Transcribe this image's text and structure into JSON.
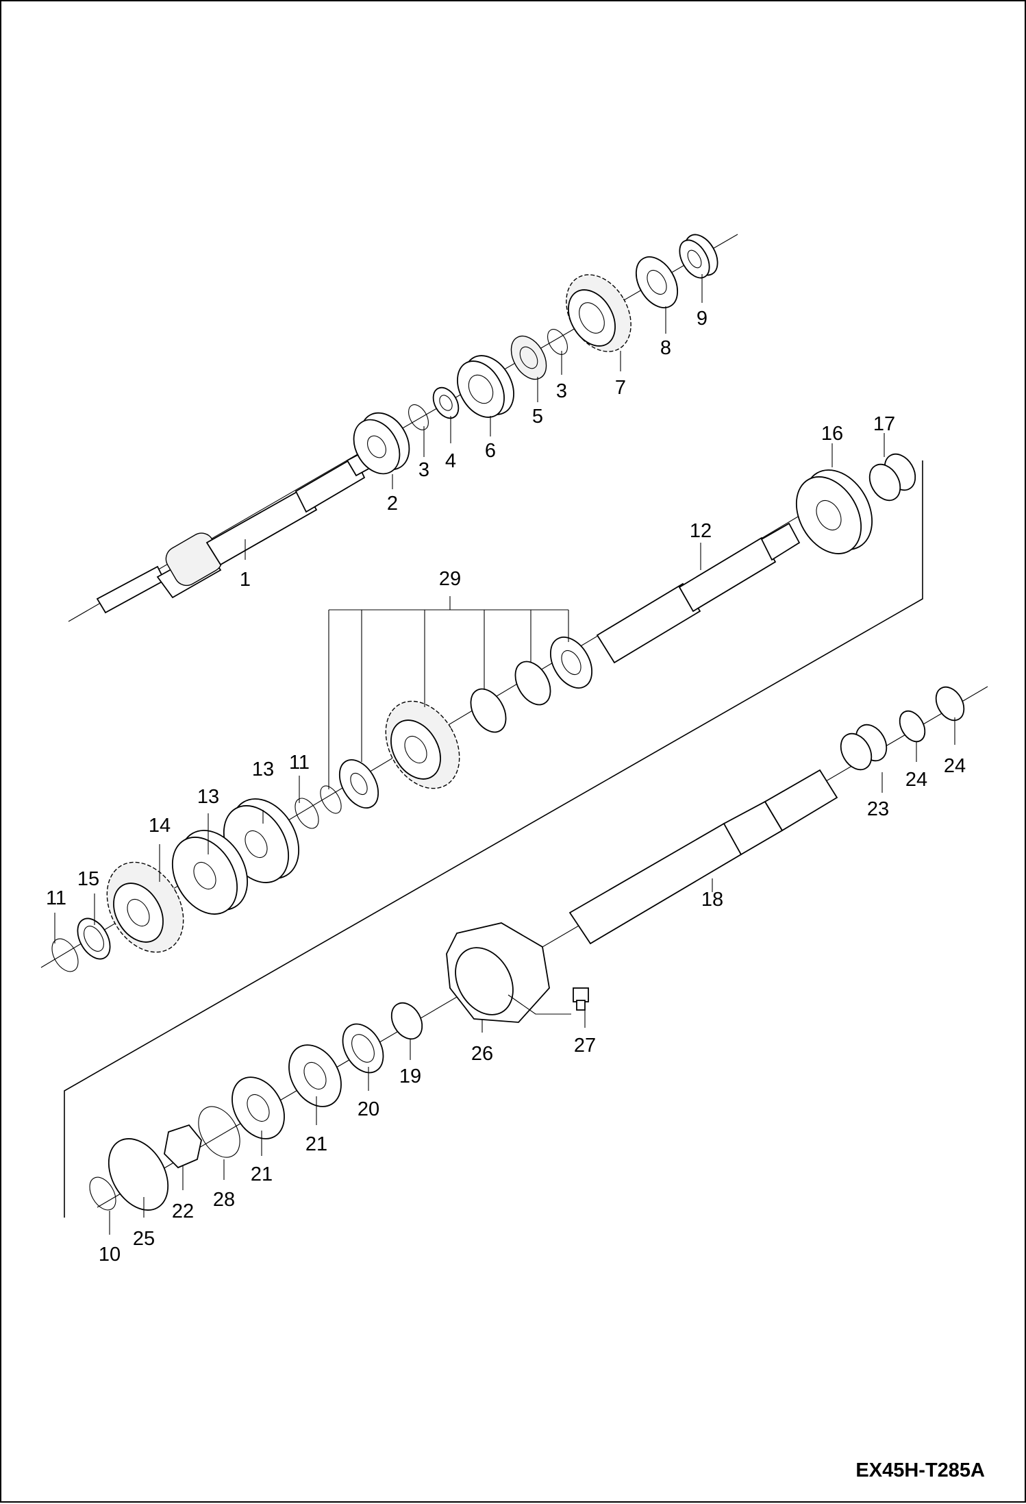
{
  "drawing": {
    "code": "EX45H-T285A"
  },
  "parts": [
    {
      "ref": "p1",
      "number": "1"
    },
    {
      "ref": "p2",
      "number": "2"
    },
    {
      "ref": "p3a",
      "number": "3"
    },
    {
      "ref": "p3b",
      "number": "3"
    },
    {
      "ref": "p4",
      "number": "4"
    },
    {
      "ref": "p5",
      "number": "5"
    },
    {
      "ref": "p6",
      "number": "6"
    },
    {
      "ref": "p7",
      "number": "7"
    },
    {
      "ref": "p8",
      "number": "8"
    },
    {
      "ref": "p9",
      "number": "9"
    },
    {
      "ref": "p10",
      "number": "10"
    },
    {
      "ref": "p11a",
      "number": "11"
    },
    {
      "ref": "p11b",
      "number": "11"
    },
    {
      "ref": "p12",
      "number": "12"
    },
    {
      "ref": "p13a",
      "number": "13"
    },
    {
      "ref": "p13b",
      "number": "13"
    },
    {
      "ref": "p14",
      "number": "14"
    },
    {
      "ref": "p15",
      "number": "15"
    },
    {
      "ref": "p16",
      "number": "16"
    },
    {
      "ref": "p17",
      "number": "17"
    },
    {
      "ref": "p18",
      "number": "18"
    },
    {
      "ref": "p19",
      "number": "19"
    },
    {
      "ref": "p20",
      "number": "20"
    },
    {
      "ref": "p21a",
      "number": "21"
    },
    {
      "ref": "p21b",
      "number": "21"
    },
    {
      "ref": "p22",
      "number": "22"
    },
    {
      "ref": "p23",
      "number": "23"
    },
    {
      "ref": "p24a",
      "number": "24"
    },
    {
      "ref": "p24b",
      "number": "24"
    },
    {
      "ref": "p25",
      "number": "25"
    },
    {
      "ref": "p26",
      "number": "26"
    },
    {
      "ref": "p27",
      "number": "27"
    },
    {
      "ref": "p28",
      "number": "28"
    },
    {
      "ref": "p29",
      "number": "29"
    }
  ]
}
